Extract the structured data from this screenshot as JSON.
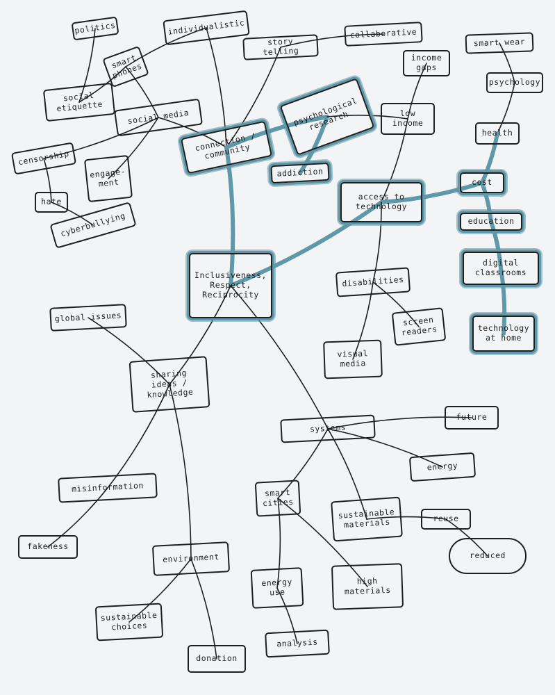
{
  "colors": {
    "ink": "#1f1f1f",
    "marker": "#5f98a8",
    "paper": "#f3f4f6"
  },
  "nodes": [
    {
      "id": "politics",
      "label": "politics"
    },
    {
      "id": "individualistic",
      "label": "individualistic"
    },
    {
      "id": "smart_phones",
      "label": "smart\nphones"
    },
    {
      "id": "storytelling",
      "label": "story telling"
    },
    {
      "id": "collaborative",
      "label": "collaborative"
    },
    {
      "id": "income_gaps",
      "label": "income\ngaps"
    },
    {
      "id": "smart_wear",
      "label": "smart wear"
    },
    {
      "id": "social_etiquette",
      "label": "social\netiquette"
    },
    {
      "id": "psychology",
      "label": "psychology"
    },
    {
      "id": "social_media",
      "label": "social media"
    },
    {
      "id": "psych_research",
      "label": "psychological\nresearch"
    },
    {
      "id": "low_income",
      "label": "low\nincome"
    },
    {
      "id": "health",
      "label": "health"
    },
    {
      "id": "censorship",
      "label": "censorship"
    },
    {
      "id": "connection",
      "label": "connection /\ncommunity"
    },
    {
      "id": "engagement",
      "label": "engage-\nment"
    },
    {
      "id": "addiction",
      "label": "addiction"
    },
    {
      "id": "cost",
      "label": "cost"
    },
    {
      "id": "hate",
      "label": "hate"
    },
    {
      "id": "access",
      "label": "access to\ntechnology"
    },
    {
      "id": "education",
      "label": "education"
    },
    {
      "id": "cyberbullying",
      "label": "cyberbullying"
    },
    {
      "id": "inclusiveness",
      "label": "Inclusiveness,\nRespect,\nReciprocity"
    },
    {
      "id": "digital_classrooms",
      "label": "digital\nclassrooms"
    },
    {
      "id": "disabilities",
      "label": "disabilities"
    },
    {
      "id": "global_issues",
      "label": "global issues"
    },
    {
      "id": "screen_readers",
      "label": "screen\nreaders"
    },
    {
      "id": "technology_home",
      "label": "technology\nat home"
    },
    {
      "id": "visual_media",
      "label": "visual\nmedia"
    },
    {
      "id": "sharing",
      "label": "sharing\nideas /\nknowledge"
    },
    {
      "id": "future",
      "label": "future"
    },
    {
      "id": "systems",
      "label": "systems"
    },
    {
      "id": "energy",
      "label": "energy"
    },
    {
      "id": "misinformation",
      "label": "misinformation"
    },
    {
      "id": "smart_cities",
      "label": "smart\ncities"
    },
    {
      "id": "sustainable_materials",
      "label": "sustainable\nmaterials"
    },
    {
      "id": "reuse",
      "label": "reuse"
    },
    {
      "id": "fakeness",
      "label": "fakeness"
    },
    {
      "id": "environment",
      "label": "environment"
    },
    {
      "id": "reduced",
      "label": "reduced"
    },
    {
      "id": "energy_use",
      "label": "energy\nuse"
    },
    {
      "id": "high_materials",
      "label": "high\nmaterials"
    },
    {
      "id": "sustainable_choices",
      "label": "sustainable\nchoices"
    },
    {
      "id": "analysis",
      "label": "analysis"
    },
    {
      "id": "donation",
      "label": "donation"
    }
  ],
  "links": [
    [
      "politics",
      "social_etiquette"
    ],
    [
      "smart_phones",
      "social_etiquette"
    ],
    [
      "smart_phones",
      "social_media"
    ],
    [
      "smart_phones",
      "individualistic"
    ],
    [
      "individualistic",
      "connection"
    ],
    [
      "social_media",
      "connection"
    ],
    [
      "social_media",
      "censorship"
    ],
    [
      "social_media",
      "engagement"
    ],
    [
      "censorship",
      "hate"
    ],
    [
      "hate",
      "cyberbullying"
    ],
    [
      "storytelling",
      "connection"
    ],
    [
      "storytelling",
      "collaborative"
    ],
    [
      "connection",
      "psych_research"
    ],
    [
      "psych_research",
      "addiction"
    ],
    [
      "psych_research",
      "low_income"
    ],
    [
      "low_income",
      "income_gaps"
    ],
    [
      "low_income",
      "access"
    ],
    [
      "smart_wear",
      "psychology"
    ],
    [
      "psychology",
      "health"
    ],
    [
      "health",
      "cost"
    ],
    [
      "cost",
      "access"
    ],
    [
      "cost",
      "education"
    ],
    [
      "education",
      "digital_classrooms"
    ],
    [
      "digital_classrooms",
      "technology_home"
    ],
    [
      "connection",
      "inclusiveness"
    ],
    [
      "access",
      "inclusiveness"
    ],
    [
      "access",
      "disabilities"
    ],
    [
      "disabilities",
      "visual_media"
    ],
    [
      "disabilities",
      "screen_readers"
    ],
    [
      "inclusiveness",
      "sharing"
    ],
    [
      "inclusiveness",
      "systems"
    ],
    [
      "global_issues",
      "sharing"
    ],
    [
      "sharing",
      "misinformation"
    ],
    [
      "sharing",
      "environment"
    ],
    [
      "misinformation",
      "fakeness"
    ],
    [
      "environment",
      "sustainable_choices"
    ],
    [
      "environment",
      "donation"
    ],
    [
      "systems",
      "future"
    ],
    [
      "systems",
      "energy"
    ],
    [
      "systems",
      "smart_cities"
    ],
    [
      "systems",
      "sustainable_materials"
    ],
    [
      "sustainable_materials",
      "reuse"
    ],
    [
      "reuse",
      "reduced"
    ],
    [
      "smart_cities",
      "energy_use"
    ],
    [
      "smart_cities",
      "high_materials"
    ],
    [
      "energy_use",
      "analysis"
    ]
  ]
}
